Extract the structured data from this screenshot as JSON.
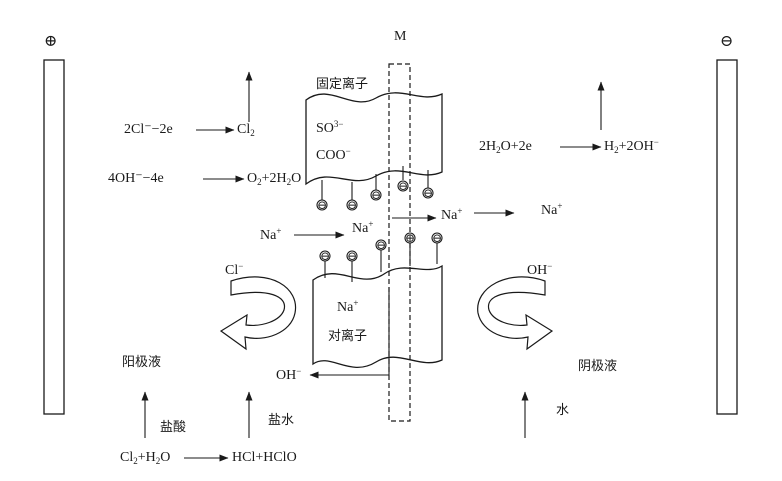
{
  "electrodes": {
    "anode_symbol": "⊕",
    "cathode_symbol": "⊖"
  },
  "membrane": {
    "label": "M"
  },
  "fixed_ions": {
    "title": "固定离子",
    "ion1": {
      "base": "SO",
      "sup": "3−"
    },
    "ion2": {
      "base": "COO",
      "sup": "−"
    },
    "charge_symbol": "⊖",
    "positive_charge_symbol": "⊕"
  },
  "counter_ions": {
    "na": {
      "base": "Na",
      "sup": "+"
    },
    "title": "对离子"
  },
  "reactions": {
    "anode1": {
      "left": "2Cl⁻−2e",
      "right_base": "Cl",
      "right_sub": "2"
    },
    "anode2": {
      "left": "4OH⁻−4e",
      "r1_base": "O",
      "r1_sub": "2",
      "r2_pre": "+2H",
      "r2_sub": "2",
      "r2_post": "O"
    },
    "cathode": {
      "l_pre": "2H",
      "l_sub": "2",
      "l_post": "O+2e",
      "r_base": "H",
      "r_sub": "2",
      "r_post": "+2OH",
      "r_sup": "−"
    },
    "bottom": {
      "l1_base": "Cl",
      "l1_sub": "2",
      "l1_mid": "+H",
      "l2_sub": "2",
      "l2_post": "O",
      "right": "HCl+HClO"
    }
  },
  "ion_labels": {
    "na_left": {
      "base": "Na",
      "sup": "+"
    },
    "na_center": {
      "base": "Na",
      "sup": "+"
    },
    "na_pass": {
      "base": "Na",
      "sup": "+"
    },
    "na_right": {
      "base": "Na",
      "sup": "+"
    },
    "cl_minus": {
      "base": "Cl",
      "sup": "−"
    },
    "oh_minus_right": {
      "base": "OH",
      "sup": "−"
    },
    "oh_minus_center": {
      "base": "OH",
      "sup": "−"
    }
  },
  "liquids": {
    "anolyte": "阳极液",
    "catholyte": "阴极液",
    "hydrochloric_acid": "盐酸",
    "brine": "盐水",
    "water": "水"
  }
}
